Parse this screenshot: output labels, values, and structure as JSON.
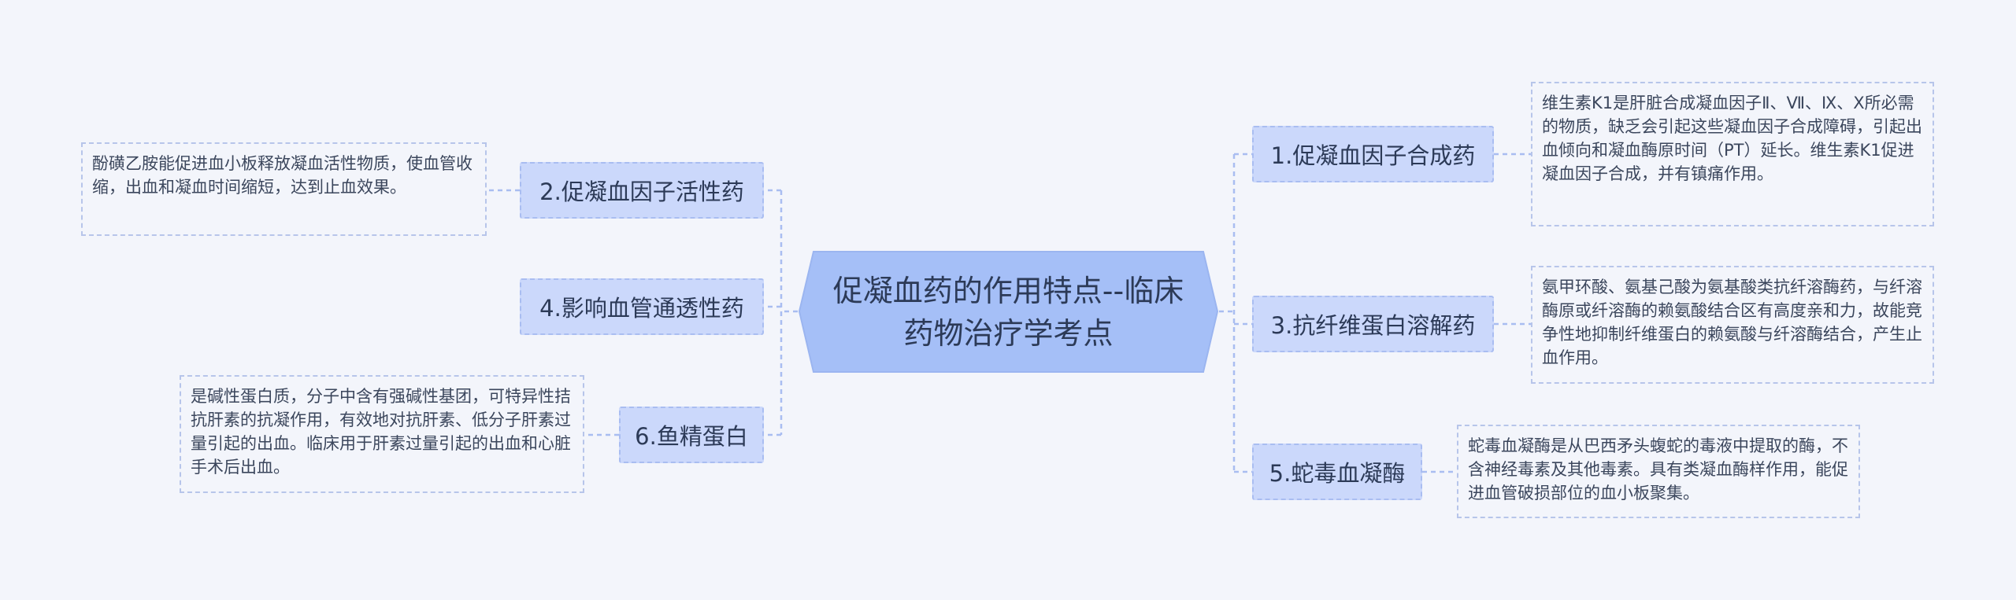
{
  "colors": {
    "background": "#f3f5fb",
    "center_fill": "#a5bff7",
    "branch_fill": "#cbd8fb",
    "connector": "#a9bdf1"
  },
  "center": {
    "title": "促凝血药的作用特点--临床药物治疗学考点"
  },
  "branches": [
    {
      "label": "1.促凝血因子合成药",
      "note": "维生素K1是肝脏合成凝血因子Ⅱ、Ⅶ、Ⅸ、Ⅹ所必需的物质，缺乏会引起这些凝血因子合成障碍，引起出血倾向和凝血酶原时间（PT）延长。维生素K1促进凝血因子合成，并有镇痛作用。"
    },
    {
      "label": "2.促凝血因子活性药",
      "note": "酚磺乙胺能促进血小板释放凝血活性物质，使血管收缩，出血和凝血时间缩短，达到止血效果。"
    },
    {
      "label": "3.抗纤维蛋白溶解药",
      "note": "氨甲环酸、氨基己酸为氨基酸类抗纤溶酶药，与纤溶酶原或纤溶酶的赖氨酸结合区有高度亲和力，故能竞争性地抑制纤维蛋白的赖氨酸与纤溶酶结合，产生止血作用。"
    },
    {
      "label": "4.影响血管通透性药"
    },
    {
      "label": "5.蛇毒血凝酶",
      "note": "蛇毒血凝酶是从巴西矛头蝮蛇的毒液中提取的酶，不含神经毒素及其他毒素。具有类凝血酶样作用，能促进血管破损部位的血小板聚集。"
    },
    {
      "label": "6.鱼精蛋白",
      "note": "是碱性蛋白质，分子中含有强碱性基团，可特异性拮抗肝素的抗凝作用，有效地对抗肝素、低分子肝素过量引起的出血。临床用于肝素过量引起的出血和心脏手术后出血。"
    }
  ]
}
